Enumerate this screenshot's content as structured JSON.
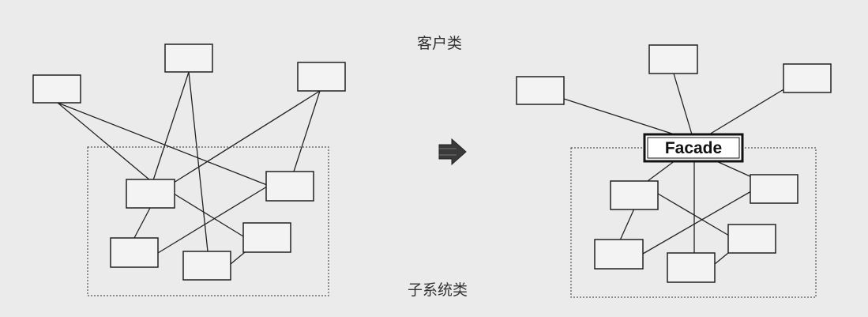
{
  "labels": {
    "client_classes": "客户类",
    "subsystem_classes": "子系统类"
  },
  "facade": {
    "label": "Facade"
  },
  "arrow": {
    "icon": "right-arrow-icon",
    "color": "#3a3a3a"
  },
  "colors": {
    "background": "#ebebeb",
    "stroke": "#222222",
    "box_fill": "#f3f3f3",
    "subsystem_border": "#555555"
  }
}
